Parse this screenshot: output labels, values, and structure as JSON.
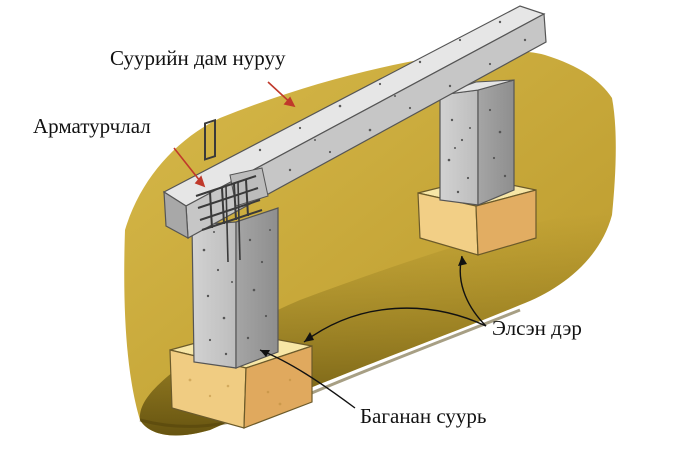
{
  "labels": {
    "beam": "Суурийн дам нуруу",
    "rebar": "Арматурчлал",
    "sand_bed": "Элсэн дэр",
    "pillar_foundation": "Баганан суурь"
  },
  "colors": {
    "ground": "#c9a83a",
    "ground_dark": "#6e5a12",
    "concrete": "#c8c8c8",
    "concrete_light": "#dedede",
    "concrete_dark": "#9a9a9a",
    "sand_top": "#f5e29a",
    "sand_side": "#e3b46a",
    "sand_front": "#f0cf84",
    "rebar": "#444444",
    "arrow_red": "#c0392b",
    "pointer_black": "#111111"
  }
}
